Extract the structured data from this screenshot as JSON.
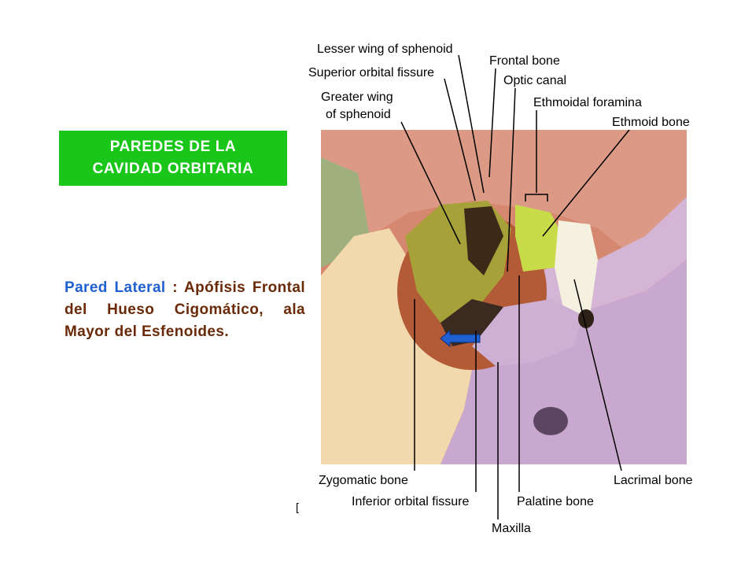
{
  "slide": {
    "title_line1": "PAREDES DE LA",
    "title_line2": "CAVIDAD ORBITARIA",
    "desc_highlight": "Pared Lateral",
    "desc_colon": " : ",
    "desc_rest": "Apófisis Frontal del Hueso Cigomático, ala Mayor del Esfenoides.",
    "corner_mark": "["
  },
  "figure": {
    "labels": {
      "lesser_wing": "Lesser wing of sphenoid",
      "superior_fissure": "Superior orbital fissure",
      "greater_wing_1": "Greater wing",
      "greater_wing_2": "of sphenoid",
      "frontal": "Frontal bone",
      "optic": "Optic canal",
      "ethmoidal_foramina": "Ethmoidal foramina",
      "ethmoid": "Ethmoid bone",
      "zygomatic": "Zygomatic bone",
      "inferior_fissure": "Inferior orbital fissure",
      "maxilla": "Maxilla",
      "palatine": "Palatine bone",
      "lacrimal": "Lacrimal bone"
    },
    "colors": {
      "frontal": "#d98f7a",
      "sphenoid": "#a9a23a",
      "zygomatic": "#f2d6a8",
      "maxilla": "#c7a7cc",
      "ethmoid": "#c8dc4a",
      "lacrimal": "#f3f1e2",
      "arrow": "#1f5fd0"
    }
  }
}
